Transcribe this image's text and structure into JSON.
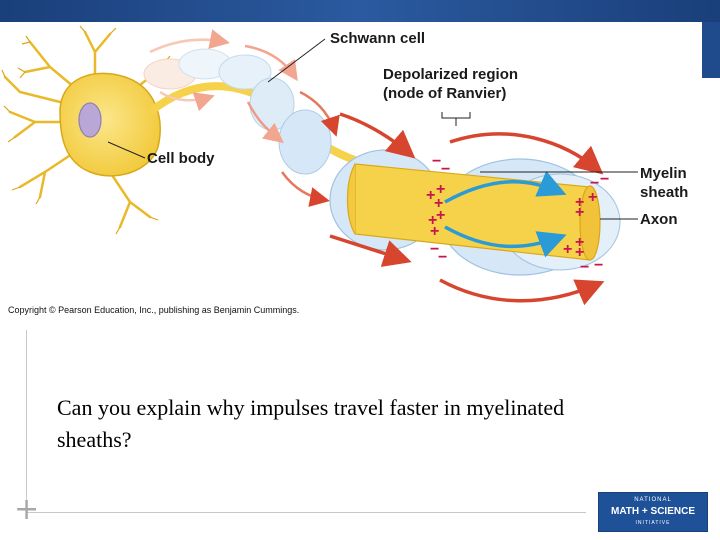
{
  "diagram": {
    "labels": {
      "schwann_cell": "Schwann cell",
      "depolarized_region_line1": "Depolarized region",
      "depolarized_region_line2": "(node of Ranvier)",
      "cell_body": "Cell body",
      "myelin_sheath_line1": "Myelin",
      "myelin_sheath_line2": "sheath",
      "axon": "Axon"
    },
    "copyright": "Copyright © Pearson Education, Inc., publishing as Benjamin Cummings."
  },
  "slide": {
    "question": "Can you explain why impulses travel faster in myelinated sheaths?"
  },
  "logo": {
    "top": "NATIONAL",
    "main": "MATH + SCIENCE",
    "sub": "INITIATIVE"
  },
  "colors": {
    "banner": "#1f4a8c",
    "axon_yellow": "#f6d24a",
    "myelin_blue": "#d6e8f7",
    "impulse_red": "#d8452f",
    "current_blue": "#2a9bd6",
    "charge_magenta": "#c8154f"
  }
}
